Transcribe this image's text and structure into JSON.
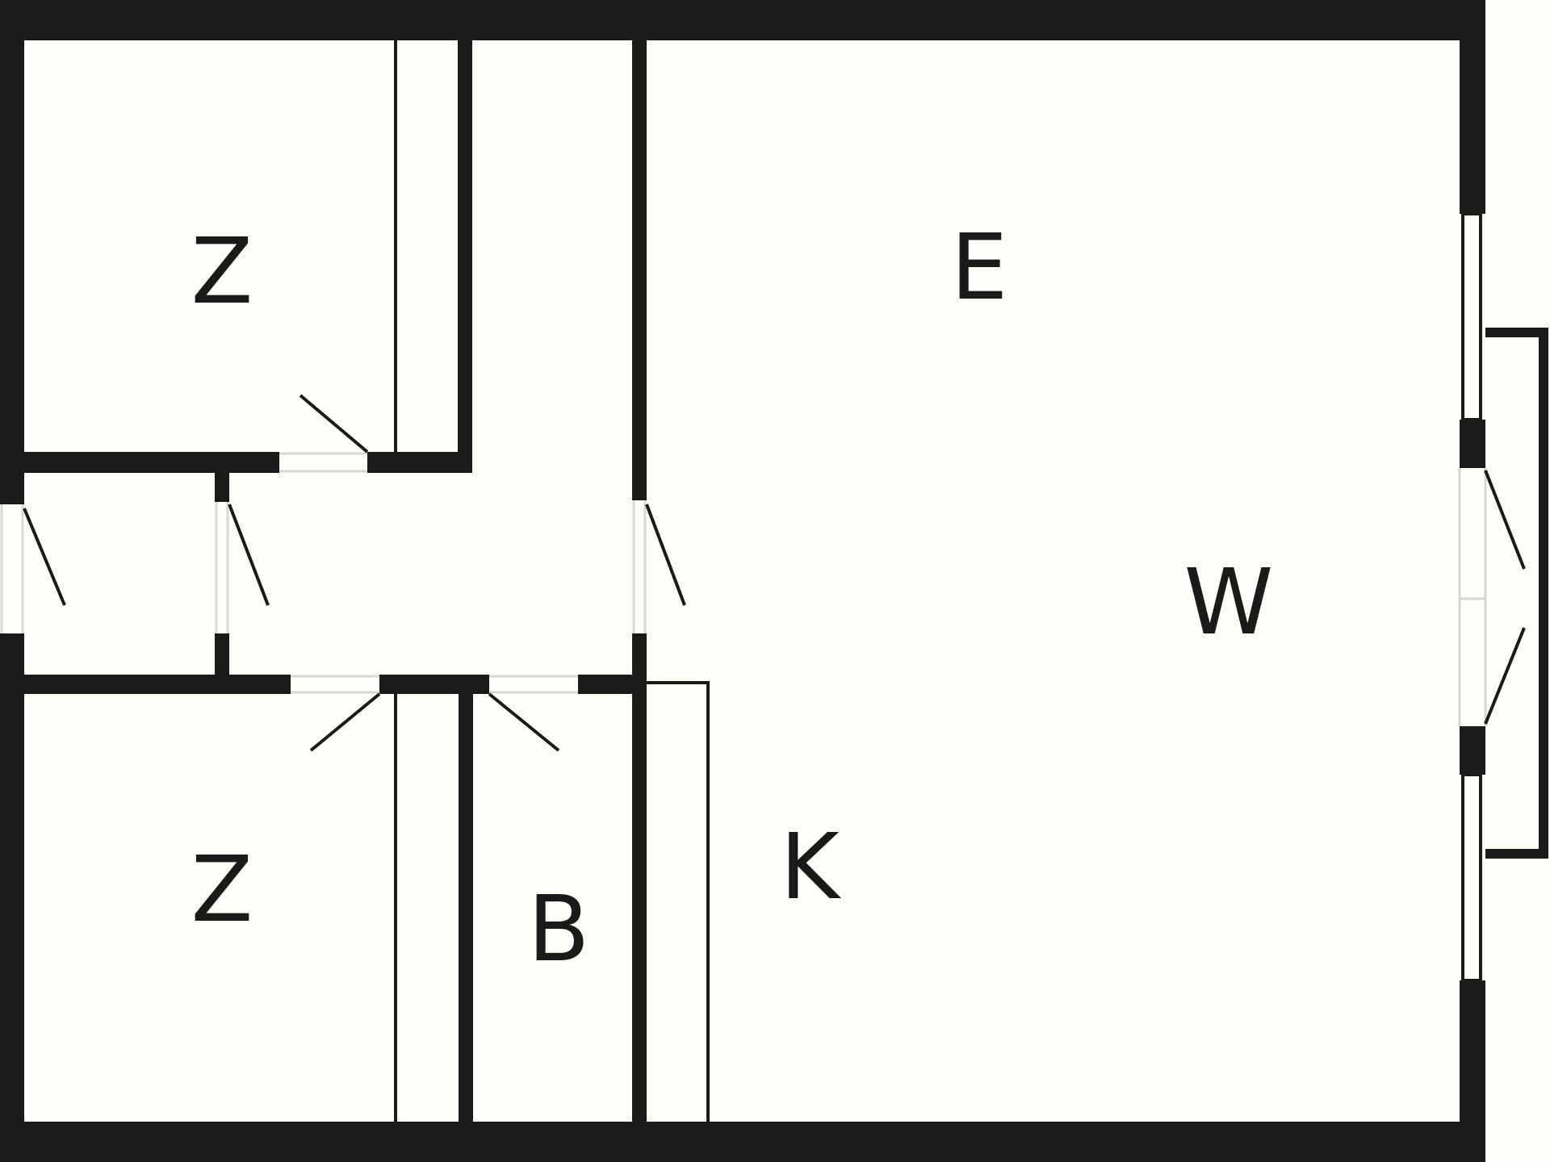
{
  "colors": {
    "background": "#fefef8",
    "wall": "#1a1a1a",
    "opening": "#d8d8d0"
  },
  "rooms": [
    {
      "key": "bedroom_top",
      "label": "Z"
    },
    {
      "key": "living_top",
      "label": "E"
    },
    {
      "key": "living_right",
      "label": "W"
    },
    {
      "key": "bedroom_bottom",
      "label": "Z"
    },
    {
      "key": "bathroom",
      "label": "B"
    },
    {
      "key": "kitchen",
      "label": "K"
    }
  ]
}
